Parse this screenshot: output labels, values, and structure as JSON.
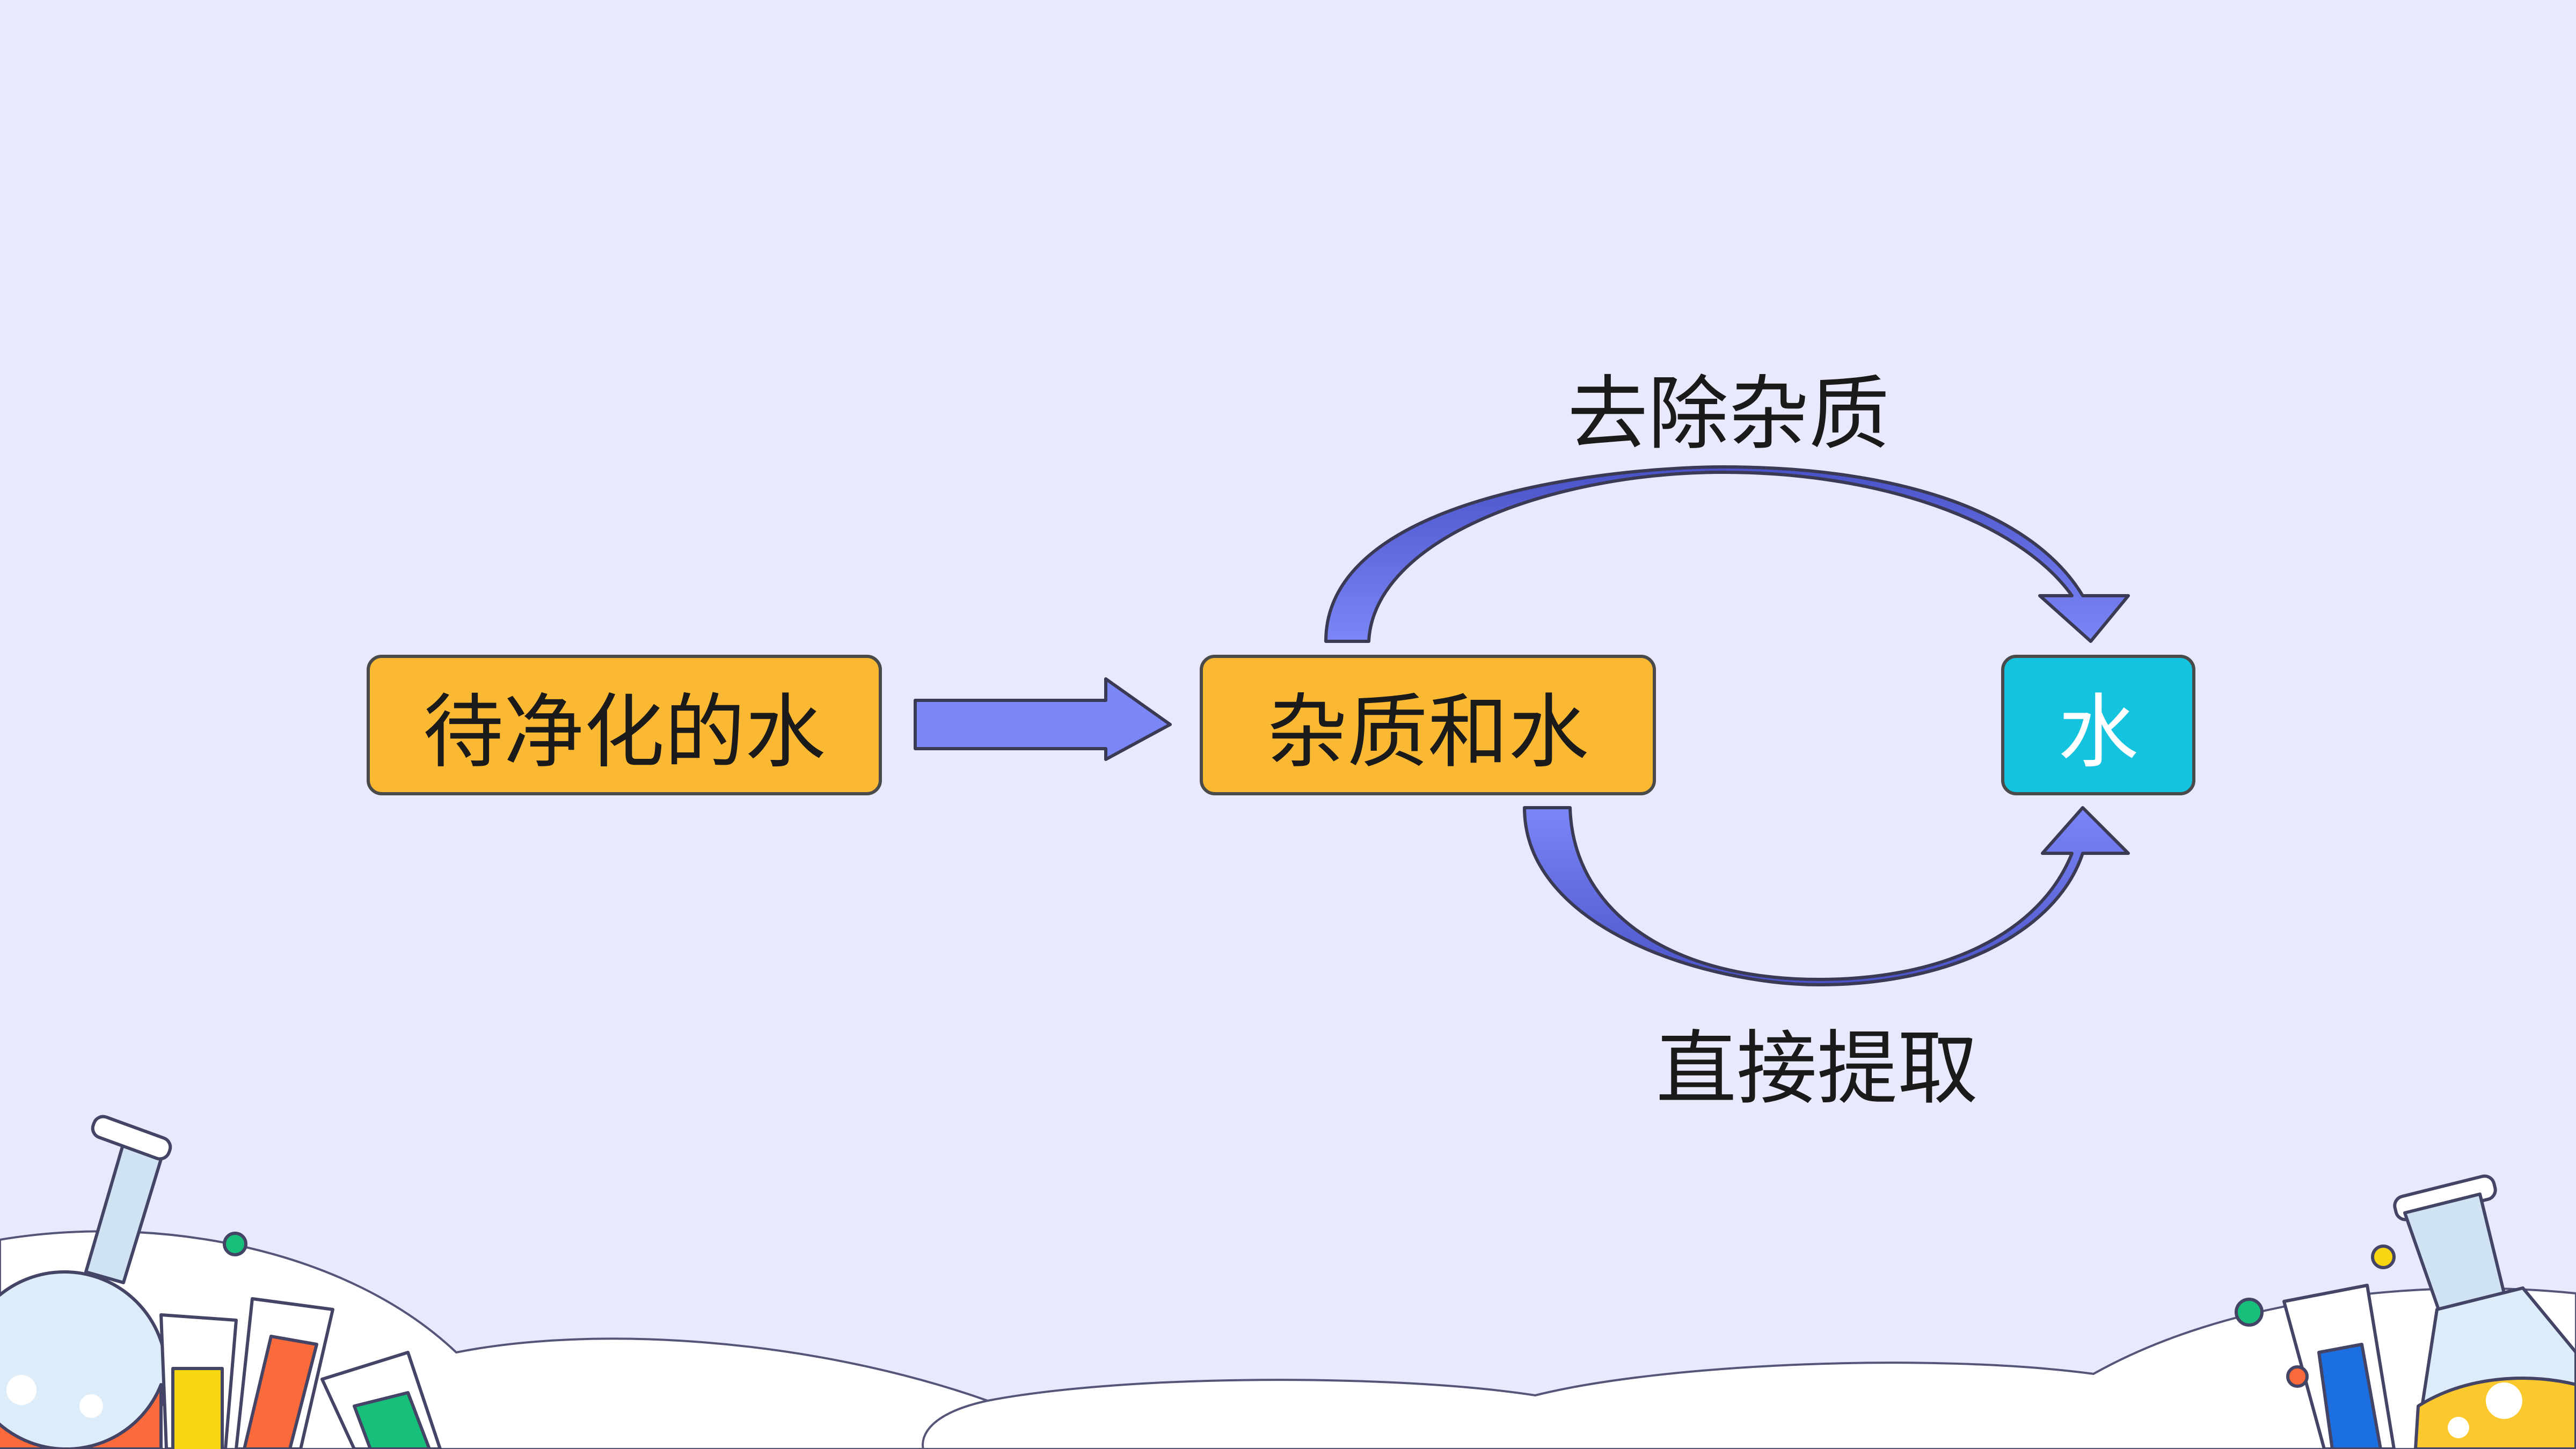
{
  "nodes": {
    "source": {
      "label": "待净化的水",
      "color": "#fbb832"
    },
    "mixture": {
      "label": "杂质和水",
      "color": "#fbb832"
    },
    "target": {
      "label": "水",
      "color": "#14c3dd"
    }
  },
  "edges": {
    "top_label": "去除杂质",
    "bottom_label": "直接提取"
  },
  "colors": {
    "background": "#e8e9fd",
    "arrow_fill": "#7b86f7",
    "arrow_shade": "#5560d6",
    "stroke": "#3a3a55"
  },
  "decorations": {
    "left": "lab-flask-and-test-tubes",
    "right": "lab-beaker-and-test-tube"
  }
}
